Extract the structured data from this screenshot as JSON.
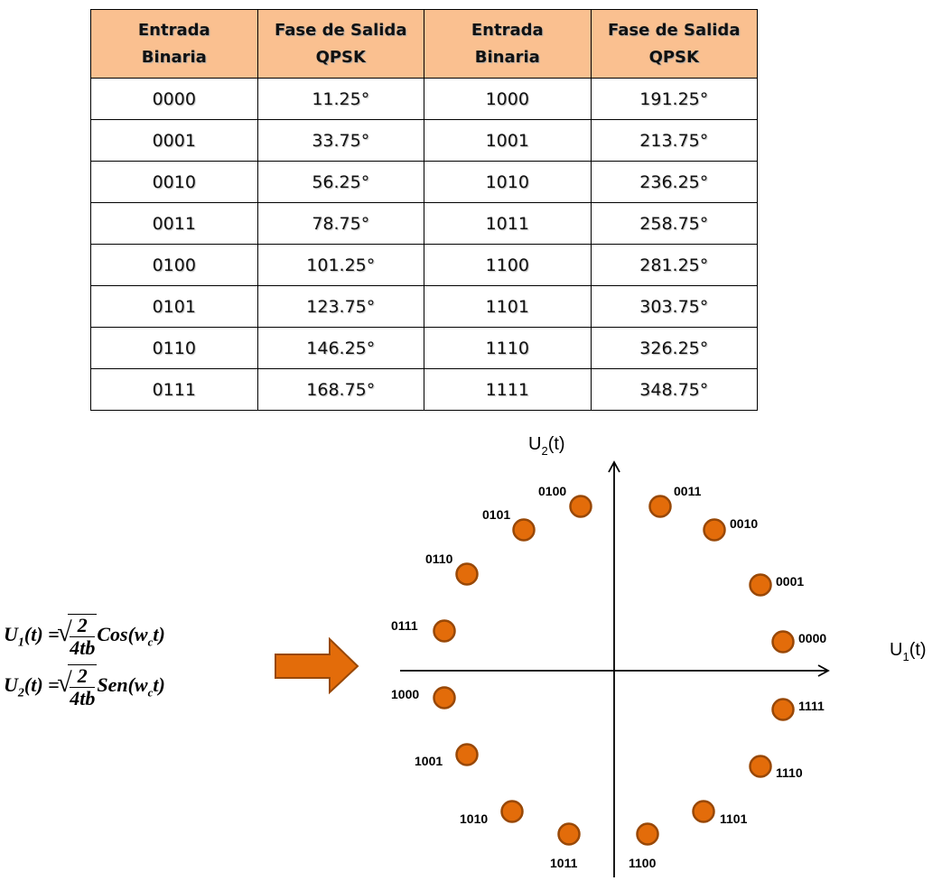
{
  "table": {
    "headers": [
      "Entrada Binaria",
      "Fase de Salida QPSK",
      "Entrada Binaria",
      "Fase de Salida QPSK"
    ],
    "header_lines": [
      [
        "Entrada",
        "Binaria"
      ],
      [
        "Fase de Salida",
        "QPSK"
      ],
      [
        "Entrada",
        "Binaria"
      ],
      [
        "Fase de Salida",
        "QPSK"
      ]
    ],
    "rows": [
      [
        "0000",
        "11.25°",
        "1000",
        "191.25°"
      ],
      [
        "0001",
        "33.75°",
        "1001",
        "213.75°"
      ],
      [
        "0010",
        "56.25°",
        "1010",
        "236.25°"
      ],
      [
        "0011",
        "78.75°",
        "1011",
        "258.75°"
      ],
      [
        "0100",
        "101.25°",
        "1100",
        "281.25°"
      ],
      [
        "0101",
        "123.75°",
        "1101",
        "303.75°"
      ],
      [
        "0110",
        "146.25°",
        "1110",
        "326.25°"
      ],
      [
        "0111",
        "168.75°",
        "1111",
        "348.75°"
      ]
    ]
  },
  "equations": {
    "u1": {
      "lhs": "U",
      "sub": "1",
      "arg": "(t) =",
      "num": "2",
      "den": "4tb",
      "func": "Cos(w",
      "fsub": "c",
      "tail": "t)"
    },
    "u2": {
      "lhs": "U",
      "sub": "2",
      "arg": "(t) =",
      "num": "2",
      "den": "4tb",
      "func": "Sen(w",
      "fsub": "c",
      "tail": "t)"
    }
  },
  "diagram": {
    "x_axis_label": {
      "main": "U",
      "sub": "1",
      "tail": "(t)"
    },
    "y_axis_label": {
      "main": "U",
      "sub": "2",
      "tail": "(t)"
    },
    "points": [
      "0000",
      "0001",
      "0010",
      "0011",
      "0100",
      "0101",
      "0110",
      "0111",
      "1000",
      "1001",
      "1010",
      "1011",
      "1100",
      "1101",
      "1110",
      "1111"
    ],
    "dot_color": "#E36C0A",
    "dot_stroke": "#984807",
    "arrow_color": "#E36C0A"
  }
}
